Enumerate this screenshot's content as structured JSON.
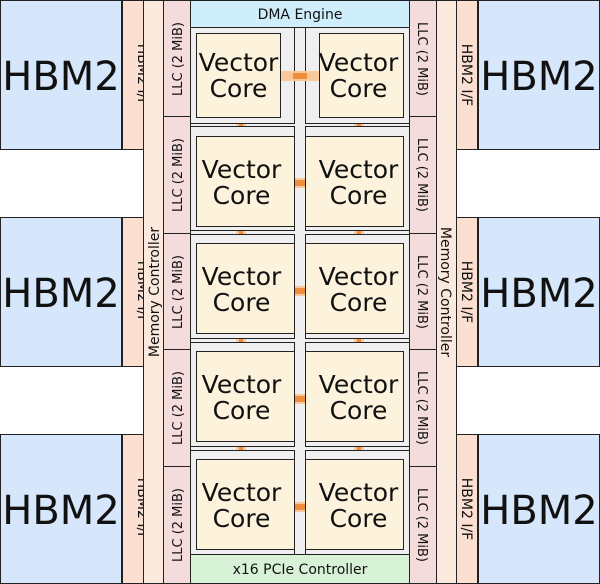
{
  "colors": {
    "hbm_fill": "#d6e6fb",
    "hbm_if_fill": "#fbe0d2",
    "memctl_fill": "#fce9de",
    "llc_fill": "#f5dcdc",
    "core_outer_fill": "#efefef",
    "core_fill": "#fdf3dc",
    "link_color": "#f7c99b",
    "link_center": "#f08c3c",
    "dma_fill": "#cfeefb",
    "pcie_fill": "#d8f2d8",
    "stroke": "#222222"
  },
  "hbm": {
    "label": "HBM2"
  },
  "hbm_if": {
    "label": "HBM2 I/F"
  },
  "memory_controller": {
    "label": "Memory Controller"
  },
  "llc": {
    "label": "LLC (2 MiB)"
  },
  "vector_core": {
    "line1": "Vector",
    "line2": "Core"
  },
  "dma": {
    "label": "DMA Engine"
  },
  "pcie": {
    "label": "x16 PCIe Controller"
  }
}
